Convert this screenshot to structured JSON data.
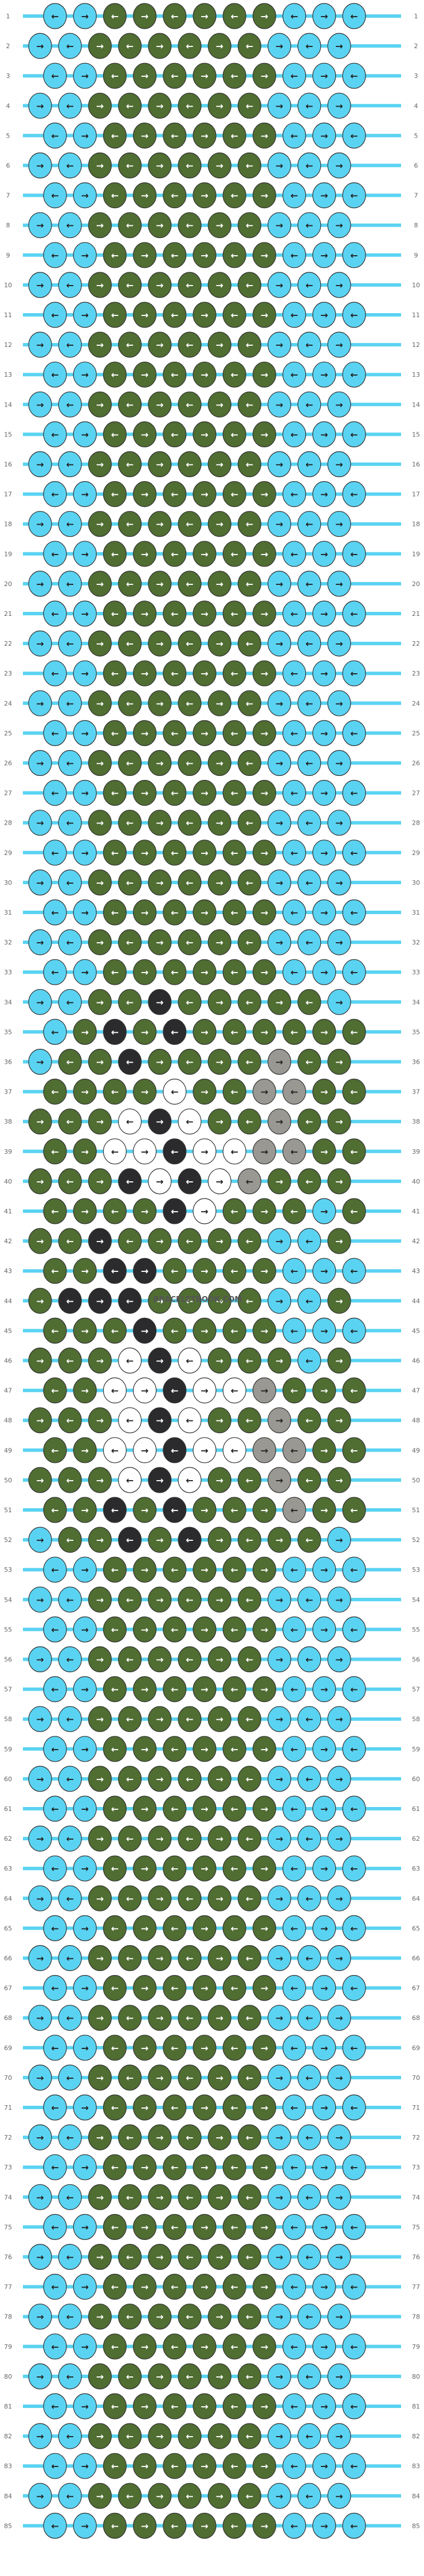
{
  "watermark": "BRACELETBOOK.COM",
  "total_rows": 85,
  "total_strings": 22,
  "colors": {
    "A": "#5ad3f2",
    "B": "#506d32",
    "C": "#ffffff",
    "D": "#2b2b2d",
    "E": "#9a9892"
  },
  "string_colors": [
    "A",
    "A",
    "B",
    "B",
    "B",
    "B",
    "B",
    "B",
    "B",
    "B",
    "A",
    "A",
    "A",
    "A",
    "A",
    "A",
    "A",
    "A",
    "A",
    "A",
    "A",
    "A"
  ],
  "knot_grid_note_rows": {
    "base_pattern": "rows 1-33 and 53-85 are solid sky-blue borders with olive green center band",
    "motif_rows": [
      34,
      52
    ]
  },
  "motif": {
    "rows": [
      {
        "row": 34,
        "knots": "AABBDBBBBBA"
      },
      {
        "row": 35,
        "knots": "ABDBDBBBBBB"
      },
      {
        "row": 36,
        "knots": "ABBDBBBBEBB"
      },
      {
        "row": 37,
        "knots": "BBBBCBBEEBB"
      },
      {
        "row": 38,
        "knots": "BBBCDCBBEBB"
      },
      {
        "row": 39,
        "knots": "BBCCDCCEEBB"
      },
      {
        "row": 40,
        "knots": "BBBDCDCEBBB"
      },
      {
        "row": 41,
        "knots": "BBBBDCBBBAB"
      },
      {
        "row": 42,
        "knots": "BBDBBBBBAAB"
      },
      {
        "row": 43,
        "knots": "BBDDBBBBAAA"
      },
      {
        "row": 44,
        "knots": "BDDDBBBBAAB"
      },
      {
        "row": 45,
        "knots": "BBBDBBBBAAA"
      },
      {
        "row": 46,
        "knots": "BBBCDCBBBAB"
      },
      {
        "row": 47,
        "knots": "BBCCDCCEBBB"
      },
      {
        "row": 48,
        "knots": "BBBCDCBBEBB"
      },
      {
        "row": 49,
        "knots": "BBCCDCCEEBB"
      },
      {
        "row": 50,
        "knots": "BBBCDCBBEBB"
      },
      {
        "row": 51,
        "knots": "BBDBDBBBEBB"
      },
      {
        "row": 52,
        "knots": "ABBDBDBBBBA"
      }
    ]
  }
}
